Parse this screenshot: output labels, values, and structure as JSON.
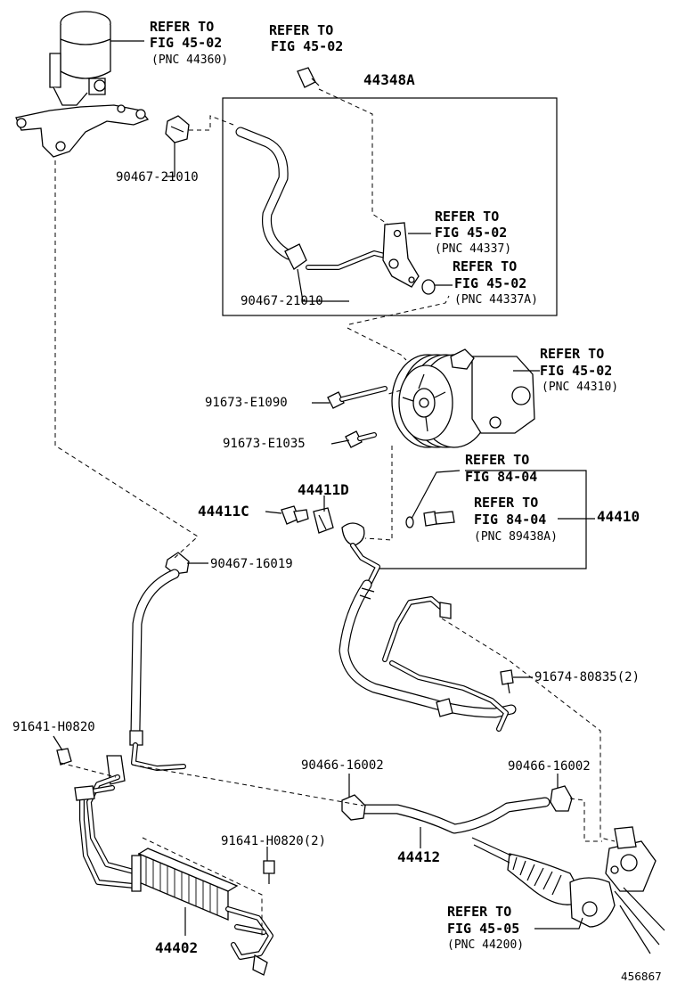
{
  "labels": {
    "reservoir_ref": [
      "REFER TO",
      "FIG 45-02",
      "(PNC 44360)"
    ],
    "top_bolt_ref": [
      "REFER TO",
      "FIG 45-02"
    ],
    "kit_44348A": "44348A",
    "clip_upper_left": "90467-21010",
    "clip_inner": "90467-21010",
    "bracket_ref": [
      "REFER TO",
      "FIG 45-02",
      "(PNC 44337)"
    ],
    "oring_ref": [
      "REFER TO",
      "FIG 45-02",
      "(PNC 44337A)"
    ],
    "pump_ref": [
      "REFER TO",
      "FIG 45-02",
      "(PNC 44310)"
    ],
    "bolt_e1090": "91673-E1090",
    "bolt_e1035": "91673-E1035",
    "union_44411C": "44411C",
    "gasket_44411D": "44411D",
    "ring_ref": [
      "REFER TO",
      "FIG 84-04"
    ],
    "switch_ref": [
      "REFER TO",
      "FIG 84-04",
      "(PNC 89438A)"
    ],
    "tube_44410": "44410",
    "clip_16019": "90467-16019",
    "bolt_80835": "91674-80835(2)",
    "bolt_h0820_left": "91641-H0820",
    "clamp_16002_mid": "90466-16002",
    "clamp_16002_right": "90466-16002",
    "bolt_h0820_2": "91641-H0820(2)",
    "hose_44412": "44412",
    "gear_ref": [
      "REFER TO",
      "FIG 45-05",
      "(PNC 44200)"
    ],
    "cooler_44402": "44402",
    "diagram_id": "456867"
  }
}
